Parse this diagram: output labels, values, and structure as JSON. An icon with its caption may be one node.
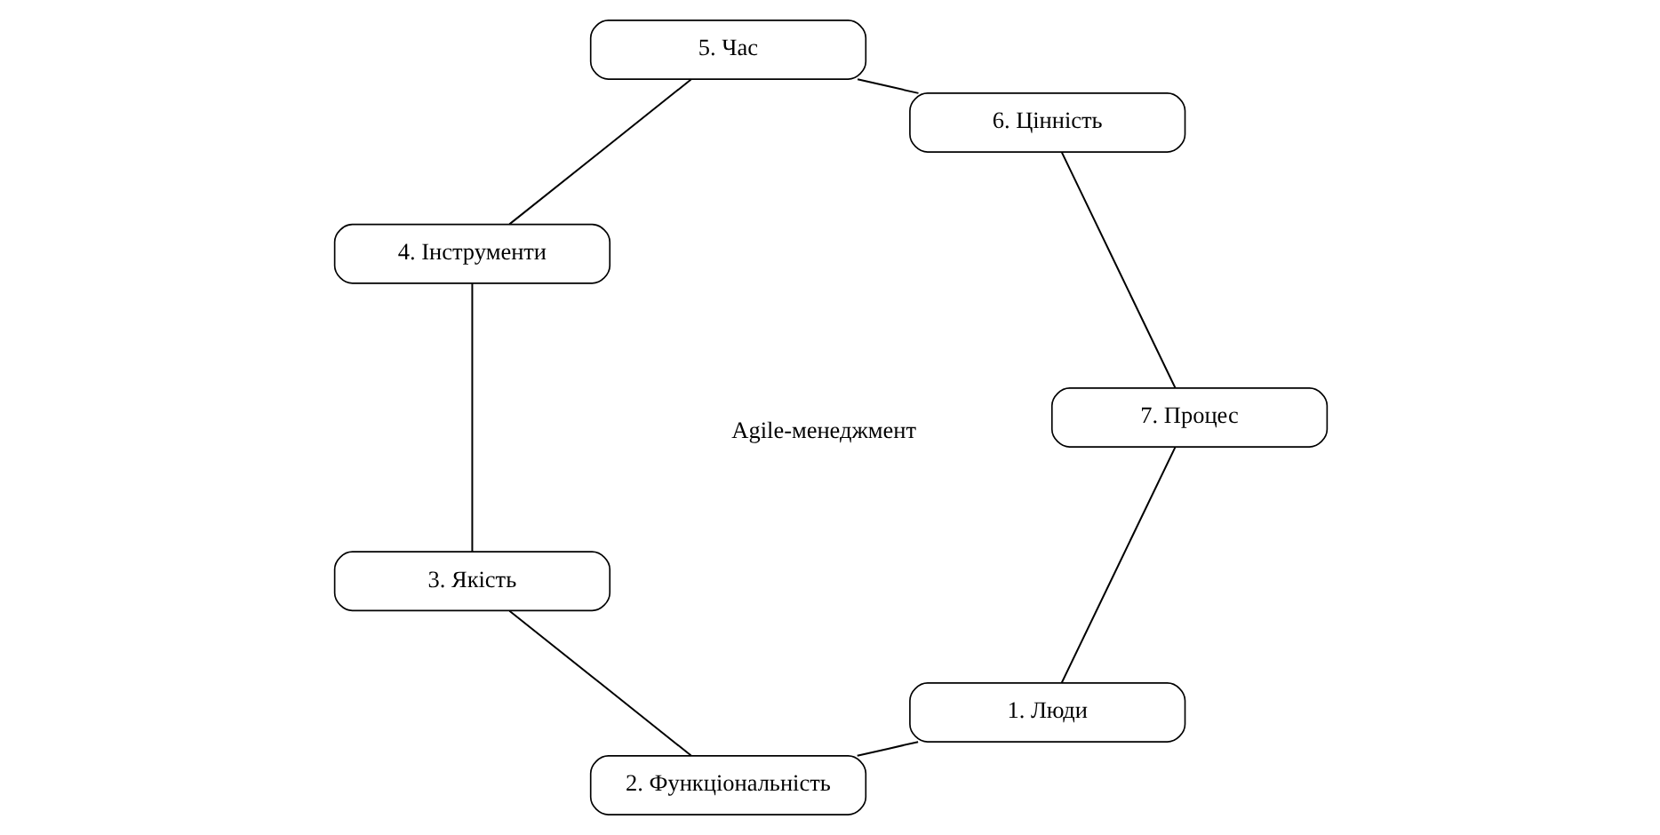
{
  "diagram": {
    "nodes": [
      {
        "text": [
          "1. Люди"
        ]
      },
      {
        "text": [
          "2. Функціональність"
        ]
      },
      {
        "text": [
          "3. Якість"
        ]
      },
      {
        "text": [
          "4. Інструменти"
        ]
      },
      {
        "text": [
          "5. Час"
        ]
      },
      {
        "text": [
          "6. Цінність"
        ]
      },
      {
        "text": [
          "7. Процес"
        ]
      }
    ],
    "edges": [
      {
        "from": 0,
        "to": 1,
        "arrow": "none"
      },
      {
        "from": 1,
        "to": 2,
        "arrow": "none"
      },
      {
        "from": 2,
        "to": 3,
        "arrow": "none"
      },
      {
        "from": 3,
        "to": 4,
        "arrow": "none"
      },
      {
        "from": 4,
        "to": 5,
        "arrow": "none"
      },
      {
        "from": 5,
        "to": 6,
        "arrow": "none"
      },
      {
        "from": 6,
        "to": 0,
        "arrow": "none"
      }
    ],
    "labels": [
      "Agile-менеджмент"
    ]
  }
}
